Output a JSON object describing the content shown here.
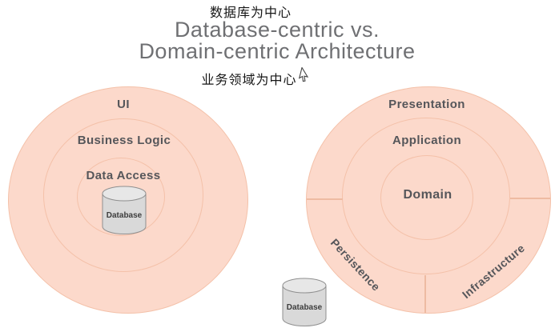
{
  "title": {
    "chinese_top": "数据库为中心",
    "line1": "Database-centric vs.",
    "line2": "Domain-centric Architecture",
    "chinese_bottom": "业务领域为中心"
  },
  "left_diagram": {
    "rings": [
      "UI",
      "Business Logic",
      "Data Access"
    ],
    "database_label": "Database"
  },
  "right_diagram": {
    "rings": [
      "Presentation",
      "Application",
      "Domain"
    ],
    "outer_segments": [
      "Persistence",
      "Infrastructure"
    ],
    "database_label": "Database"
  },
  "icons": {
    "cursor": "mouse-pointer-arrow",
    "database": "database-cylinder"
  },
  "colors": {
    "circle_fill": "#fcd9cb",
    "circle_stroke": "#f4c1a9",
    "divider_color": "#eebba2",
    "label_text": "#55565a",
    "title_text": "#6f7073",
    "chinese_text": "#161616",
    "cylinder_fill": "#d9d9d9",
    "cylinder_top_fill": "#e7e7e7",
    "cylinder_stroke": "#8f8f8f",
    "cylinder_label": "#3d3d3d"
  }
}
